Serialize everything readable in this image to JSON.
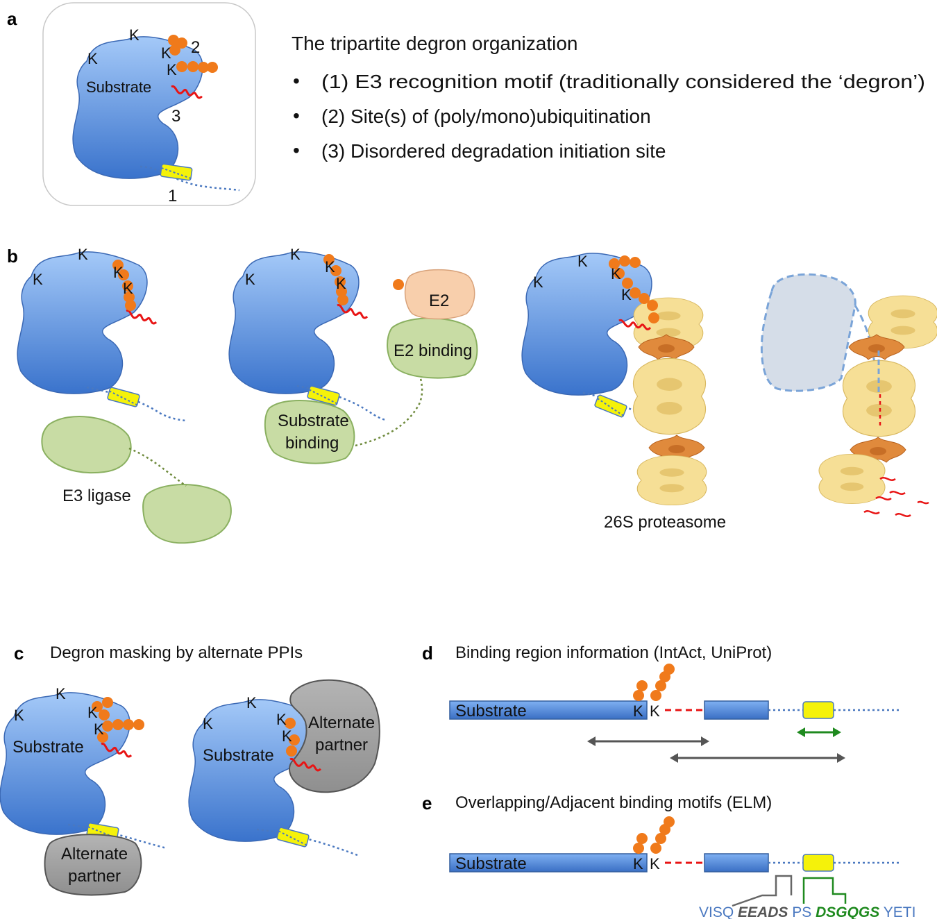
{
  "panels": {
    "a": {
      "letter": "a",
      "heading": "The tripartite degron organization",
      "bullets": [
        "(1) E3 recognition motif (traditionally considered the ‘degron’)",
        "(2) Site(s) of (poly/mono)ubiquitination",
        "(3) Disordered degradation initiation site"
      ],
      "bullet_glyph": "•",
      "substrate_label": "Substrate",
      "lysine": "K",
      "site_numbers": [
        "1",
        "2",
        "3"
      ]
    },
    "b": {
      "letter": "b",
      "lysine": "K",
      "e3_label": "E3 ligase",
      "e2_label": "E2",
      "e2_binding_label": "E2 binding",
      "substrate_binding_line1": "Substrate",
      "substrate_binding_line2": "binding",
      "proteasome_label": "26S proteasome"
    },
    "c": {
      "letter": "c",
      "heading": "Degron masking by alternate PPIs",
      "substrate_label": "Substrate",
      "lysine": "K",
      "partner_line1": "Alternate",
      "partner_line2": "partner"
    },
    "d": {
      "letter": "d",
      "heading": "Binding region information (IntAct, UniProt)",
      "substrate_label": "Substrate",
      "lysine": "K"
    },
    "e": {
      "letter": "e",
      "heading": "Overlapping/Adjacent binding motifs (ELM)",
      "substrate_label": "Substrate",
      "lysine": "K",
      "sequence": {
        "part1": "VISQ",
        "part2": "EEADS",
        "part3": "PS",
        "part4": "DSGQGS",
        "part5": "YETI"
      }
    }
  },
  "colors": {
    "substrate_top": "#9cc4f7",
    "substrate_bottom": "#3f78cf",
    "ubiquitin": "#f07a1b",
    "disordered_tail": "#e81414",
    "recognition_motif": "#f5f20a",
    "e3_green": "#c8dca4",
    "e2_peach": "#f8cfac",
    "partner_gray": "#a2a2a2",
    "proteasome_light": "#f6df96",
    "proteasome_dark": "#e08a3c",
    "motif_green": "#1f8a1f",
    "sequence_blue": "#4a78c0"
  }
}
